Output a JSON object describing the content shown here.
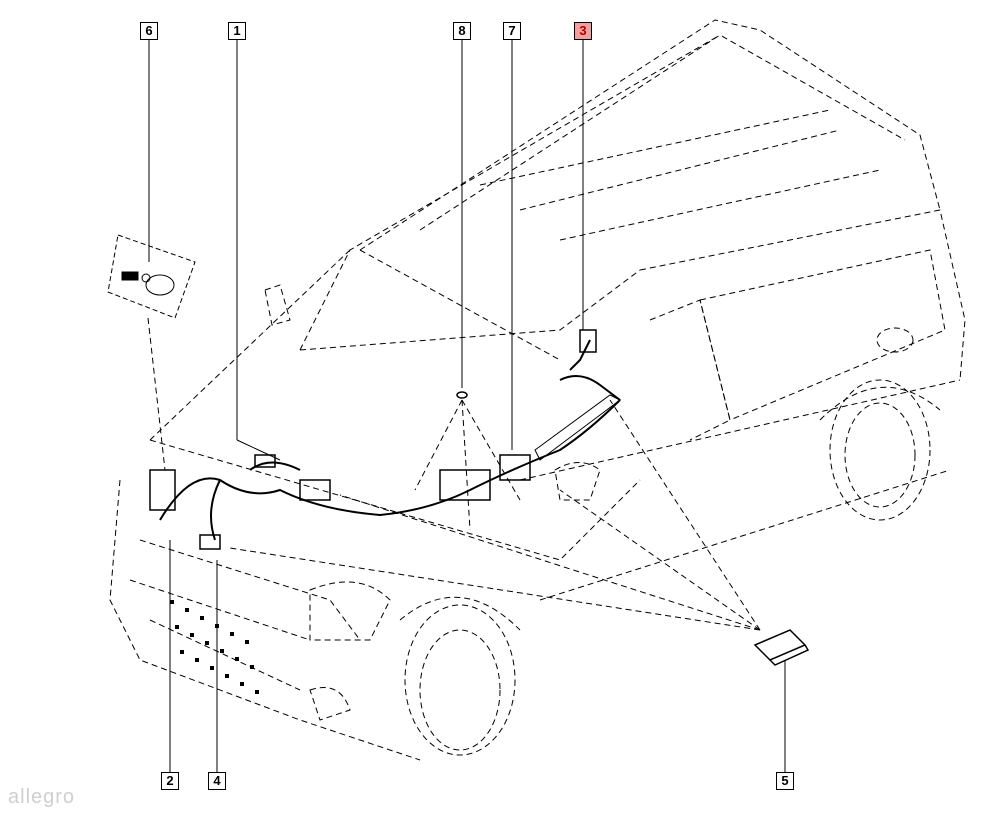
{
  "callouts": [
    {
      "label": "6"
    },
    {
      "label": "1"
    },
    {
      "label": "8"
    },
    {
      "label": "7"
    },
    {
      "label": "3",
      "highlight": true
    },
    {
      "label": "2"
    },
    {
      "label": "4"
    },
    {
      "label": "5"
    }
  ],
  "watermark": "allegro",
  "colors": {
    "line": "#000000",
    "highlight_fill": "#f2a0a0",
    "highlight_text": "#b00000"
  }
}
